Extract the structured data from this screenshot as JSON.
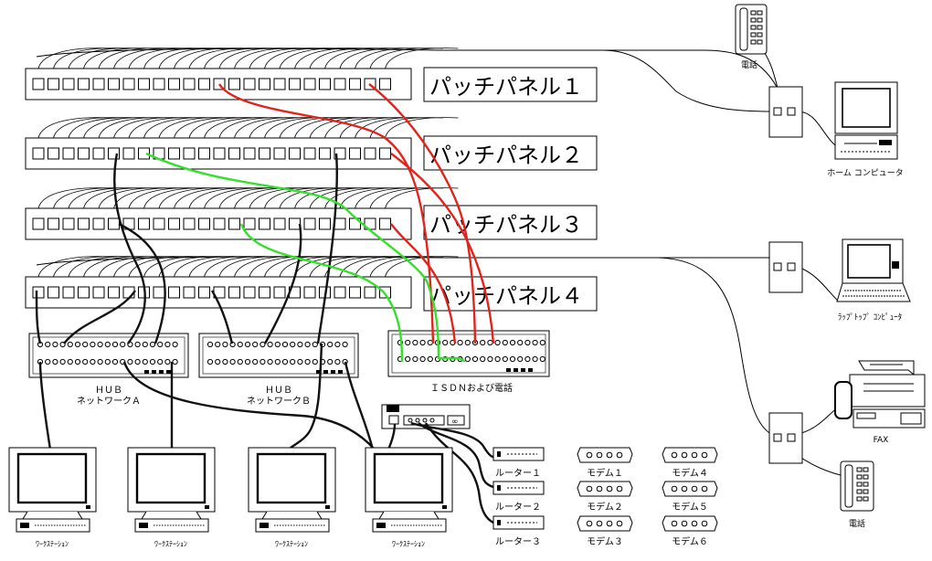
{
  "patch_panels": [
    {
      "label": "パッチパネル１"
    },
    {
      "label": "パッチパネル２"
    },
    {
      "label": "パッチパネル３"
    },
    {
      "label": "パッチパネル４"
    }
  ],
  "hubs": [
    {
      "title": "ＨＵＢ",
      "subtitle": "ネットワークＡ"
    },
    {
      "title": "ＨＵＢ",
      "subtitle": "ネットワークＢ"
    },
    {
      "title": "ＩＳＤＮおよび電話",
      "subtitle": ""
    }
  ],
  "workstations": [
    {
      "label": "ﾜｰｸｽﾃｰｼｮﾝ"
    },
    {
      "label": "ﾜｰｸｽﾃｰｼｮﾝ"
    },
    {
      "label": "ﾜｰｸｽﾃｰｼｮﾝ"
    },
    {
      "label": "ﾜｰｸｽﾃｰｼｮﾝ"
    }
  ],
  "routers": [
    {
      "label": "ルーター１"
    },
    {
      "label": "ルーター２"
    },
    {
      "label": "ルーター３"
    }
  ],
  "modems": [
    {
      "label": "モデム１"
    },
    {
      "label": "モデム２"
    },
    {
      "label": "モデム３"
    },
    {
      "label": "モデム４"
    },
    {
      "label": "モデム５"
    },
    {
      "label": "モデム６"
    }
  ],
  "remote": {
    "phone_top": "電話",
    "home_computer": "ホーム コンピュータ",
    "laptop": "ﾗｯﾌﾟﾄｯﾌﾟ ｺﾝﾋﾟｭｰﾀ",
    "fax": "FAX",
    "phone_bottom": "電話"
  },
  "colors": {
    "red_cable": "#e0241c",
    "green_cable": "#33e02a",
    "black_cable": "#111111"
  }
}
